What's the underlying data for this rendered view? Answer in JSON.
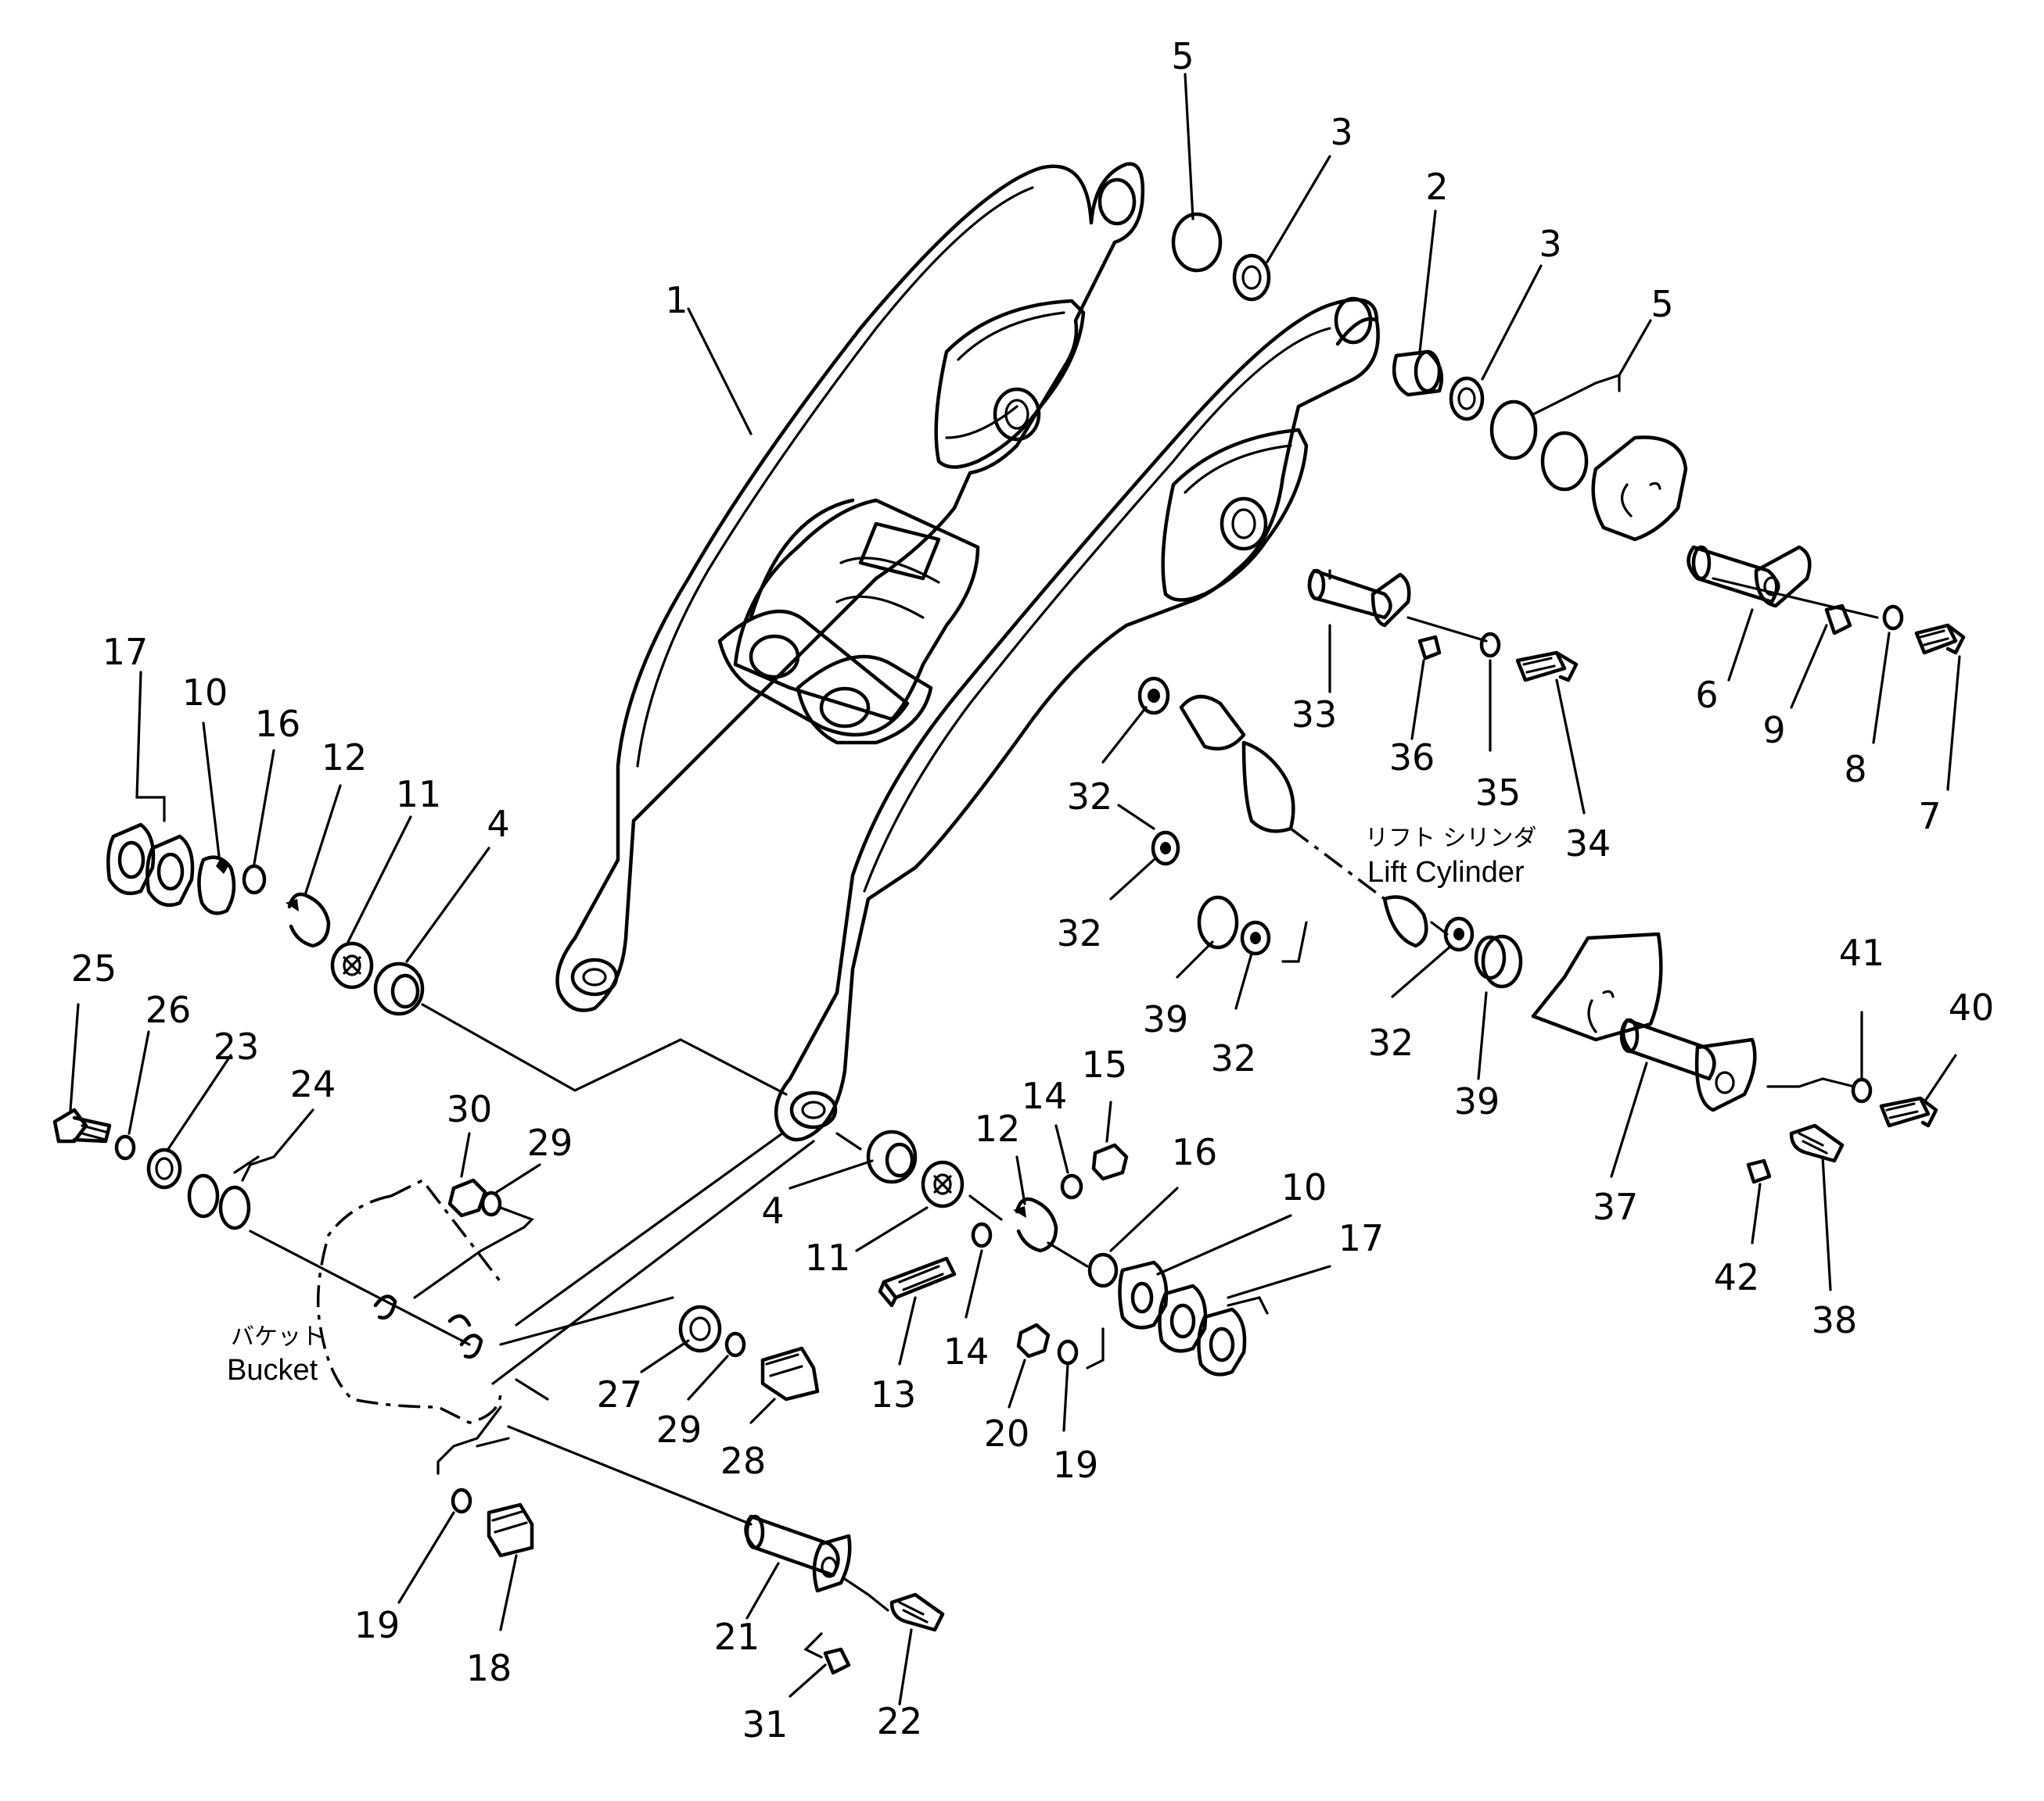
{
  "labels": {
    "lift_cylinder_jp": "リフト シリンダ",
    "lift_cylinder_en": "Lift Cylinder",
    "bucket_jp": "バケット",
    "bucket_en": "Bucket"
  },
  "callouts": {
    "c1": "1",
    "c2": "2",
    "c3a": "3",
    "c3b": "3",
    "c4a": "4",
    "c4b": "4",
    "c5a": "5",
    "c5b": "5",
    "c6": "6",
    "c7": "7",
    "c8": "8",
    "c9": "9",
    "c10a": "10",
    "c10b": "10",
    "c11a": "11",
    "c11b": "11",
    "c12a": "12",
    "c12b": "12",
    "c13": "13",
    "c14a": "14",
    "c14b": "14",
    "c15": "15",
    "c16a": "16",
    "c16b": "16",
    "c17a": "17",
    "c17b": "17",
    "c18": "18",
    "c19a": "19",
    "c19b": "19",
    "c20": "20",
    "c21": "21",
    "c22": "22",
    "c23": "23",
    "c24": "24",
    "c25": "25",
    "c26": "26",
    "c27": "27",
    "c28": "28",
    "c29a": "29",
    "c29b": "29",
    "c30": "30",
    "c31": "31",
    "c32a": "32",
    "c32b": "32",
    "c32c": "32",
    "c32d": "32",
    "c33": "33",
    "c34": "34",
    "c35": "35",
    "c36": "36",
    "c37": "37",
    "c38": "38",
    "c39a": "39",
    "c39b": "39",
    "c40": "40",
    "c41": "41",
    "c42": "42"
  }
}
